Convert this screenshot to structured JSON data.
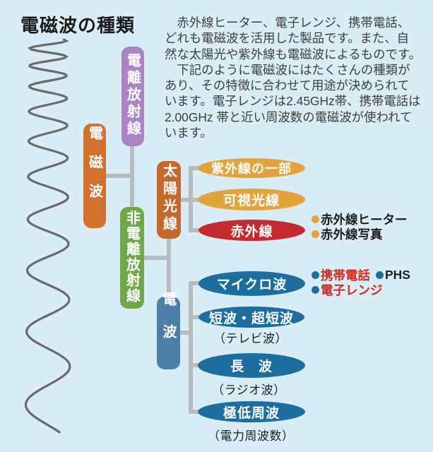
{
  "title": "電磁波の種類",
  "intro_text": "　赤外線ヒーター、電子レンジ、携帯電話、\nどれも電磁波を活用した製品です。また、自\n然な太陽光や紫外線も電磁波によるものです。\n　下記のように電磁波にはたくさんの種類が\nあり、その特徴に合わせて用途が決められて\nいます。電子レンジは2.45GHz帯、携帯電話は\n2.00GHz 帯と近い周波数の電磁波が使われて\nいます。",
  "tree": {
    "em_wave": "電磁波",
    "ionizing": "電離放射線",
    "non_ionizing": "非電離放射線",
    "sunlight": "太陽光線",
    "radio": "電波"
  },
  "leaves": {
    "uv": "紫外線の一部",
    "visible": "可視光線",
    "infrared": "赤外線",
    "microwave": "マイクロ波",
    "shortwave": "短波・超短波",
    "longwave": "長　波",
    "elf": "極低周波"
  },
  "notes": {
    "tv": "（テレビ波）",
    "radio": "（ラジオ波）",
    "power": "（電力周波数）"
  },
  "annotations": {
    "infrared_heater": "赤外線ヒーター",
    "infrared_photo": "赤外線写真",
    "mobile_phone": "携帯電話",
    "phs": "PHS",
    "microwave_oven": "電子レンジ"
  },
  "colors": {
    "background": "#d9edf7",
    "em_wave_box": "#d2712e",
    "ionizing_box": "#ab84c4",
    "non_ionizing_box": "#70a74a",
    "sunlight_box": "#c4682c",
    "radio_box": "#4d7ea7",
    "warm_ellipse": "#e2a33c",
    "infrared_ellipse": "#c32b2e",
    "radio_ellipse": "#1d6e9e",
    "connector": "#b9bcbe",
    "emphasis_text": "#d42a1e",
    "body_text": "#3e3e3e"
  }
}
